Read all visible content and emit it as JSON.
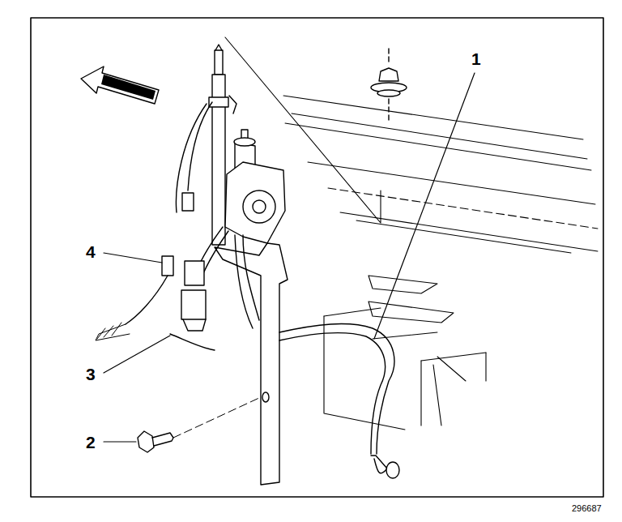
{
  "diagram": {
    "labels": [
      "1",
      "2",
      "3",
      "4",
      "296687"
    ]
  }
}
